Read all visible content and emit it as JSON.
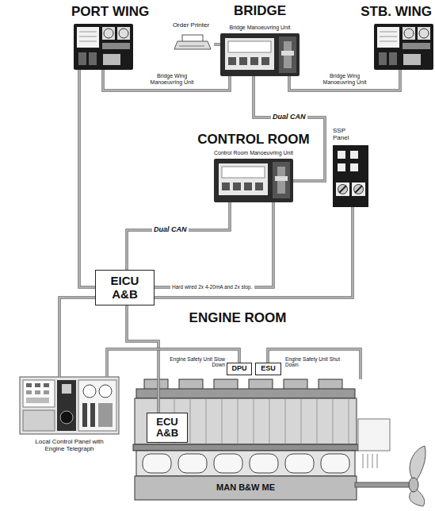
{
  "diagram": {
    "nodes": [
      {
        "text": [
          "PORT WING"
        ]
      },
      {
        "text": [
          "Order Printer"
        ]
      },
      {
        "text": [
          "BRIDGE",
          "Bridge Manoeuvring Unit"
        ]
      },
      {
        "text": [
          "STB. WING"
        ]
      },
      {
        "text": [
          "CONTROL ROOM",
          "Control Room Manoeuvring Unit"
        ]
      },
      {
        "text": [
          "SSP Panel"
        ]
      },
      {
        "text": [
          "EICU A&B"
        ]
      },
      {
        "text": [
          "DPU"
        ]
      },
      {
        "text": [
          "ESU"
        ]
      },
      {
        "text": [
          "Local Control Panel with Engine Telegraph"
        ]
      },
      {
        "text": [
          "MAN B&W ME"
        ]
      },
      {
        "text": [
          "ECU A&B"
        ],
        "in": 10
      }
    ],
    "edges": [
      {
        "from": 0,
        "to": 2,
        "arrow": "none"
      },
      {
        "from": 2,
        "to": 3,
        "arrow": "none"
      },
      {
        "from": 1,
        "to": 2,
        "arrow": "none"
      },
      {
        "from": 2,
        "to": 4,
        "label": "Dual CAN",
        "arrow": "none"
      },
      {
        "from": 4,
        "to": 6,
        "label": "Dual CAN",
        "arrow": "none"
      },
      {
        "from": 6,
        "to": 4,
        "label": "Hard wired 2x 4-20mA and 2x stop.",
        "arrow": "none"
      },
      {
        "from": 5,
        "to": 6,
        "arrow": "none"
      },
      {
        "from": 6,
        "to": 9,
        "arrow": "none"
      },
      {
        "from": 6,
        "to": 11,
        "arrow": "none"
      },
      {
        "from": 7,
        "to": 9,
        "arrow": "none"
      },
      {
        "from": 8,
        "to": 10,
        "arrow": "none"
      },
      {
        "from": 0,
        "to": 6,
        "arrow": "none"
      }
    ],
    "labels": [
      "Bridge Wing Manoeuvring Unit",
      "Bridge Wing Manoeuvring Unit",
      "ENGINE ROOM",
      "Engine Safety Unit Slow Down",
      "Engine Safety Unit Shut Down"
    ]
  }
}
